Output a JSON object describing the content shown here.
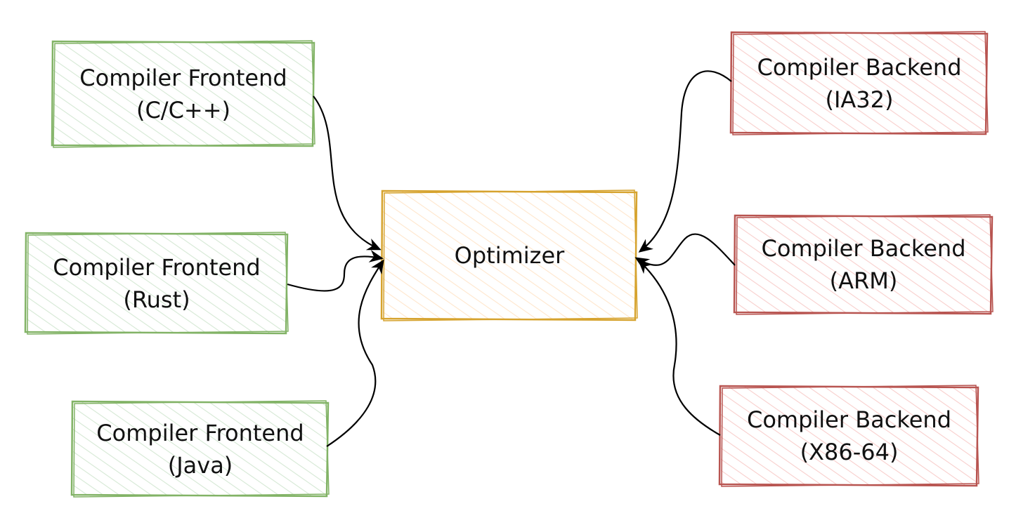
{
  "diagram": {
    "optimizer": {
      "label": "Optimizer"
    },
    "frontends": [
      {
        "line1": "Compiler Frontend",
        "line2": "(C/C++)"
      },
      {
        "line1": "Compiler Frontend",
        "line2": "(Rust)"
      },
      {
        "line1": "Compiler Frontend",
        "line2": "(Java)"
      }
    ],
    "backends": [
      {
        "line1": "Compiler Backend",
        "line2": "(IA32)"
      },
      {
        "line1": "Compiler Backend",
        "line2": "(ARM)"
      },
      {
        "line1": "Compiler Backend",
        "line2": "(X86-64)"
      }
    ]
  },
  "colors": {
    "frontend_stroke": "#82b366",
    "frontend_hatch": "#d5e8d4",
    "backend_stroke": "#b85450",
    "backend_hatch": "#f8cecc",
    "optimizer_stroke": "#d6a32e",
    "optimizer_hatch": "#ffe6cc",
    "arrow": "#000000"
  }
}
